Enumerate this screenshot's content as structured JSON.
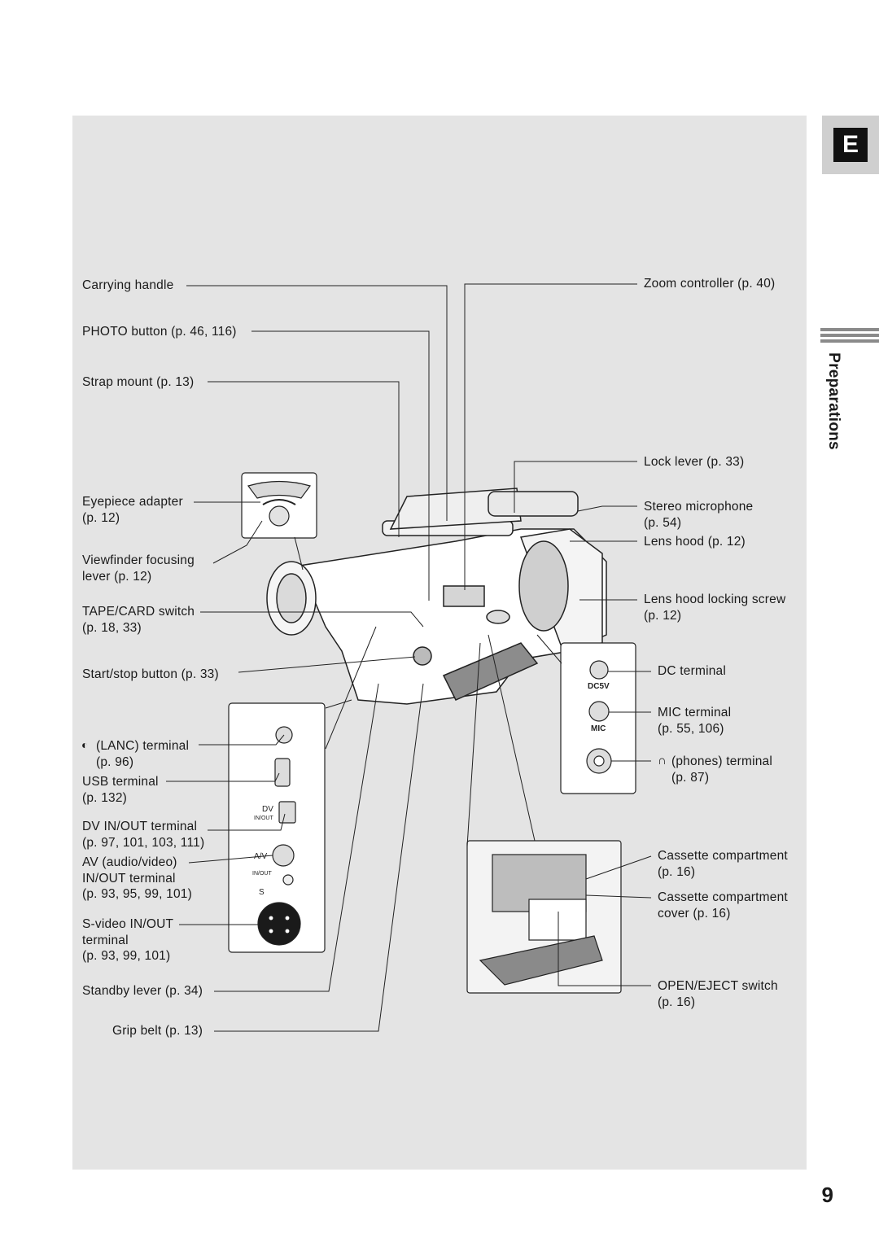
{
  "tab_letter": "E",
  "section_title": "Preparations",
  "page_number": "9",
  "labels": {
    "carrying_handle": "Carrying handle",
    "photo_button": "PHOTO button (p. 46, 116)",
    "strap_mount": "Strap mount (p. 13)",
    "eyepiece_adapter": "Eyepiece adapter\n(p. 12)",
    "viewfinder_lever": "Viewfinder focusing\nlever (p. 12)",
    "tape_card_switch": "TAPE/CARD switch\n(p. 18, 33)",
    "start_stop_button": "Start/stop button (p. 33)",
    "lanc_terminal": "(LANC) terminal\n(p. 96)",
    "usb_terminal": "USB terminal\n(p. 132)",
    "dv_terminal": "DV IN/OUT terminal\n(p. 97, 101, 103, 111)",
    "av_terminal": "AV (audio/video)\nIN/OUT terminal\n(p. 93, 95, 99, 101)",
    "svideo_terminal": "S-video IN/OUT\nterminal\n(p. 93, 99, 101)",
    "standby_lever": "Standby lever (p. 34)",
    "grip_belt": "Grip belt (p. 13)",
    "zoom_controller": "Zoom controller (p. 40)",
    "lock_lever": "Lock lever (p. 33)",
    "stereo_microphone": "Stereo microphone\n(p. 54)",
    "lens_hood": "Lens hood (p. 12)",
    "lens_hood_screw": "Lens hood locking screw\n(p. 12)",
    "dc_terminal": "DC terminal",
    "mic_terminal": "MIC terminal\n(p. 55, 106)",
    "phones_terminal": "(phones) terminal\n(p. 87)",
    "cassette_compartment": "Cassette compartment\n(p. 16)",
    "cassette_cover": "Cassette compartment\ncover (p. 16)",
    "open_eject_switch": "OPEN/EJECT switch\n(p. 16)"
  },
  "jack_markings": {
    "dc5v": "DC5V",
    "mic": "MIC",
    "dv": "DV",
    "dv_inout": "IN/OUT",
    "av": "A/V",
    "av_inout": "IN/OUT",
    "s": "S"
  }
}
